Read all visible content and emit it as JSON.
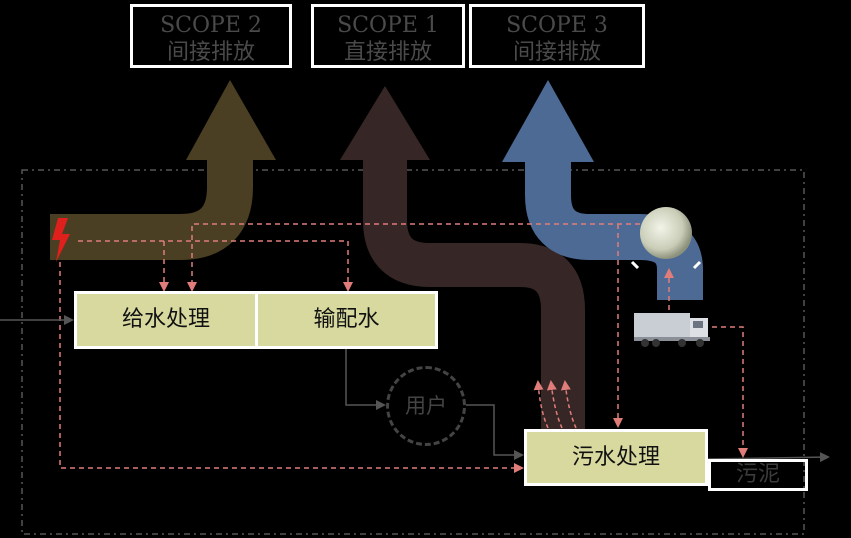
{
  "scopes": [
    {
      "code": "SCOPE 2",
      "label": "间接排放"
    },
    {
      "code": "SCOPE 1",
      "label": "直接排放"
    },
    {
      "code": "SCOPE 3",
      "label": "间接排放"
    }
  ],
  "processes": {
    "water_treatment": "给水处理",
    "distribution": "输配水",
    "user": "用户",
    "wastewater_treatment": "污水处理",
    "sludge": "污泥"
  },
  "colors": {
    "scope2_arrow": "#4a3f22",
    "scope1_arrow": "#362726",
    "scope3_arrow": "#4d6a95",
    "process_fill": "#d7d99f",
    "dashed_flow": "#e07d7a",
    "boundary": "#555555"
  },
  "icons": [
    "lightning-icon",
    "chemical-pellet-icon",
    "truck-icon"
  ]
}
